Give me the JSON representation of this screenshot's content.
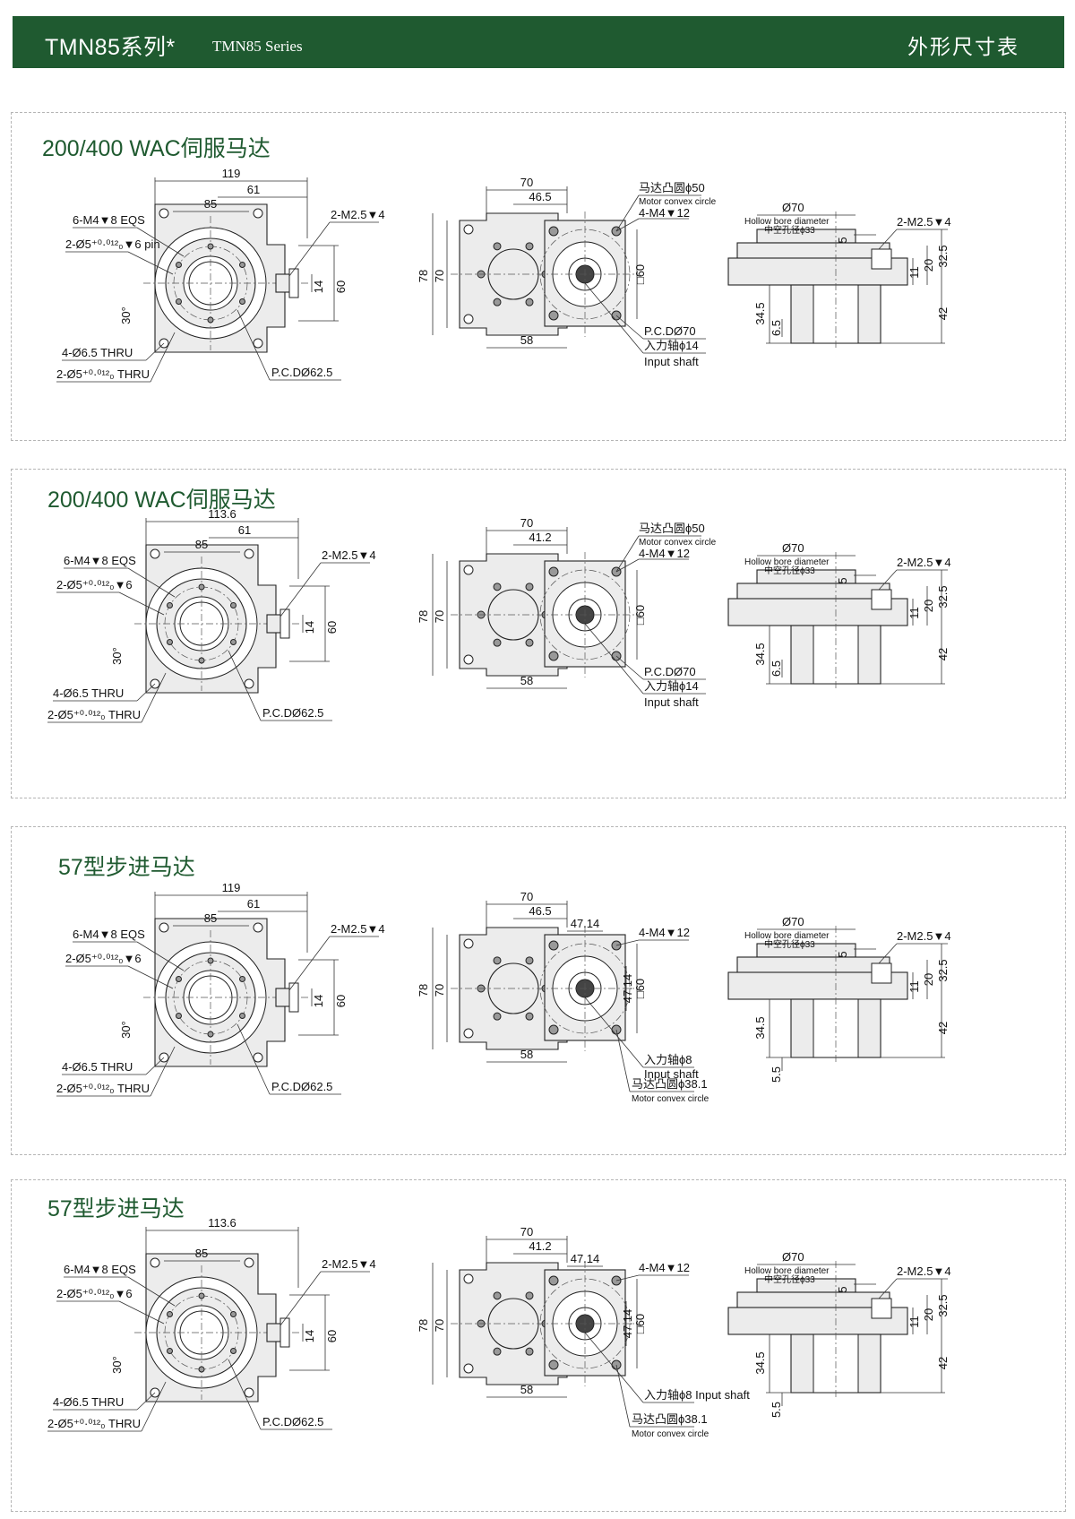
{
  "header": {
    "series_cn": "TMN85系列*",
    "series_en": "TMN85 Series",
    "title": "外形尺寸表"
  },
  "panels": [
    {
      "title": "200/400 WAC伺服马达",
      "front": {
        "w": "119",
        "a": "61",
        "b": "85",
        "m25": "2-M2.5▼4",
        "m4": "6-M4▼8 EQS",
        "pin": "2-Ø5⁺⁰·⁰¹²₀▼6 pin",
        "h14": "14",
        "h60": "60",
        "ang": "30°",
        "thru1": "4-Ø6.5 THRU",
        "thru2": "2-Ø5⁺⁰·⁰¹²₀ THRU",
        "pcd": "P.C.DØ62.5"
      },
      "side": {
        "w70": "70",
        "w46": "46.5",
        "h78": "78",
        "h70": "70",
        "w58": "58",
        "sq": "□60",
        "c1": "马达凸圆ϕ50",
        "c2": "Motor convex circle",
        "c3": "4-M4▼12",
        "c4": "P.C.DØ70",
        "c5": "入力轴ϕ14",
        "c6": "Input shaft"
      },
      "section": {
        "d70": "Ø70",
        "hb": "Hollow bore diameter",
        "hb2": "中空孔径ϕ33",
        "m25": "2-M2.5▼4",
        "v5": "5",
        "v11": "11",
        "v20": "20",
        "v325": "32.5",
        "v345": "34.5",
        "v65": "6.5",
        "v42": "42"
      }
    },
    {
      "title": "200/400 WAC伺服马达",
      "front": {
        "w": "113.6",
        "a": "61",
        "b": "85",
        "m25": "2-M2.5▼4",
        "m4": "6-M4▼8 EQS",
        "pin": "2-Ø5⁺⁰·⁰¹²₀▼6",
        "h14": "14",
        "h60": "60",
        "ang": "30°",
        "thru1": "4-Ø6.5 THRU",
        "thru2": "2-Ø5⁺⁰·⁰¹²₀ THRU",
        "pcd": "P.C.DØ62.5"
      },
      "side": {
        "w70": "70",
        "w46": "41.2",
        "h78": "78",
        "h70": "70",
        "w58": "58",
        "sq": "□60",
        "c1": "马达凸圆ϕ50",
        "c2": "Motor convex circle",
        "c3": "4-M4▼12",
        "c4": "P.C.DØ70",
        "c5": "入力轴ϕ14",
        "c6": "Input shaft"
      },
      "section": {
        "d70": "Ø70",
        "hb": "Hollow bore diameter",
        "hb2": "中空孔径ϕ33",
        "m25": "2-M2.5▼4",
        "v5": "5",
        "v11": "11",
        "v20": "20",
        "v325": "32.5",
        "v345": "34.5",
        "v65": "6.5",
        "v42": "42"
      }
    },
    {
      "title": "57型步进马达",
      "front": {
        "w": "119",
        "a": "61",
        "b": "85",
        "m25": "2-M2.5▼4",
        "m4": "6-M4▼8 EQS",
        "pin": "2-Ø5⁺⁰·⁰¹²₀▼6",
        "h14": "14",
        "h60": "60",
        "ang": "30°",
        "thru1": "4-Ø6.5 THRU",
        "thru2": "2-Ø5⁺⁰·⁰¹²₀ THRU",
        "pcd": "P.C.DØ62.5"
      },
      "side": {
        "w70": "70",
        "w46": "46.5",
        "w47": "47.14",
        "h78": "78",
        "h70": "70",
        "h47": "47.14",
        "w58": "58",
        "sq": "□60",
        "c3": "4-M4▼12",
        "c5": "入力轴ϕ8",
        "c6": "Input shaft",
        "c1": "马达凸圆ϕ38.1",
        "c2": "Motor convex circle"
      },
      "section": {
        "d70": "Ø70",
        "hb": "Hollow bore diameter",
        "hb2": "中空孔径ϕ33",
        "m25": "2-M2.5▼4",
        "v5": "5",
        "v11": "11",
        "v20": "20",
        "v325": "32.5",
        "v345": "34.5",
        "v55": "5.5",
        "v42": "42"
      }
    },
    {
      "title": "57型步进马达",
      "front": {
        "w": "113.6",
        "b": "85",
        "m25": "2-M2.5▼4",
        "m4": "6-M4▼8 EQS",
        "pin": "2-Ø5⁺⁰·⁰¹²₀▼6",
        "h14": "14",
        "h60": "60",
        "ang": "30°",
        "thru1": "4-Ø6.5 THRU",
        "thru2": "2-Ø5⁺⁰·⁰¹²₀ THRU",
        "pcd": "P.C.DØ62.5"
      },
      "side": {
        "w70": "70",
        "w46": "41.2",
        "w47": "47.14",
        "h78": "78",
        "h70": "70",
        "h47": "47.14",
        "w58": "58",
        "sq": "□60",
        "c3": "4-M4▼12",
        "c5": "入力轴ϕ8 Input shaft",
        "c1": "马达凸圆ϕ38.1",
        "c2": "Motor convex circle"
      },
      "section": {
        "d70": "Ø70",
        "hb": "Hollow bore diameter",
        "hb2": "中空孔径ϕ33",
        "m25": "2-M2.5▼4",
        "v5": "5",
        "v11": "11",
        "v20": "20",
        "v325": "32.5",
        "v345": "34.5",
        "v55": "5.5",
        "v42": "42"
      }
    }
  ]
}
